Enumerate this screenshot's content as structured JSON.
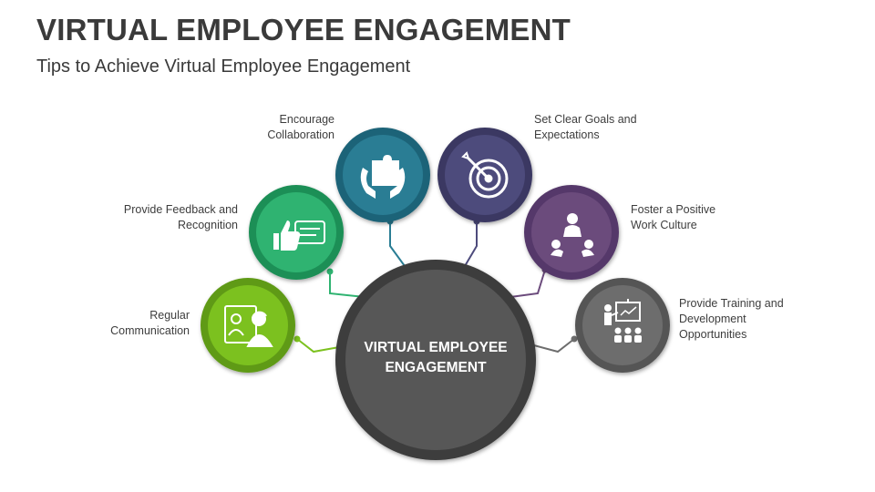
{
  "header": {
    "title": "VIRTUAL EMPLOYEE ENGAGEMENT",
    "subtitle": "Tips to Achieve Virtual Employee Engagement"
  },
  "center": {
    "label": "VIRTUAL EMPLOYEE\nENGAGEMENT",
    "color": "#575757"
  },
  "nodes": [
    {
      "label": "Regular\nCommunication",
      "color": "#7cc11f",
      "icon": "video-call-icon"
    },
    {
      "label": "Provide Feedback and\nRecognition",
      "color": "#2fb371",
      "icon": "thumbs-up-feedback-icon"
    },
    {
      "label": "Encourage\nCollaboration",
      "color": "#2a7d94",
      "icon": "puzzle-hands-icon"
    },
    {
      "label": "Set Clear Goals and\nExpectations",
      "color": "#4d4b7c",
      "icon": "target-arrow-icon"
    },
    {
      "label": "Foster a Positive\nWork Culture",
      "color": "#6b4b7c",
      "icon": "team-circle-icon"
    },
    {
      "label": "Provide Training and\nDevelopment\nOpportunities",
      "color": "#6d6d6d",
      "icon": "presentation-training-icon"
    }
  ]
}
